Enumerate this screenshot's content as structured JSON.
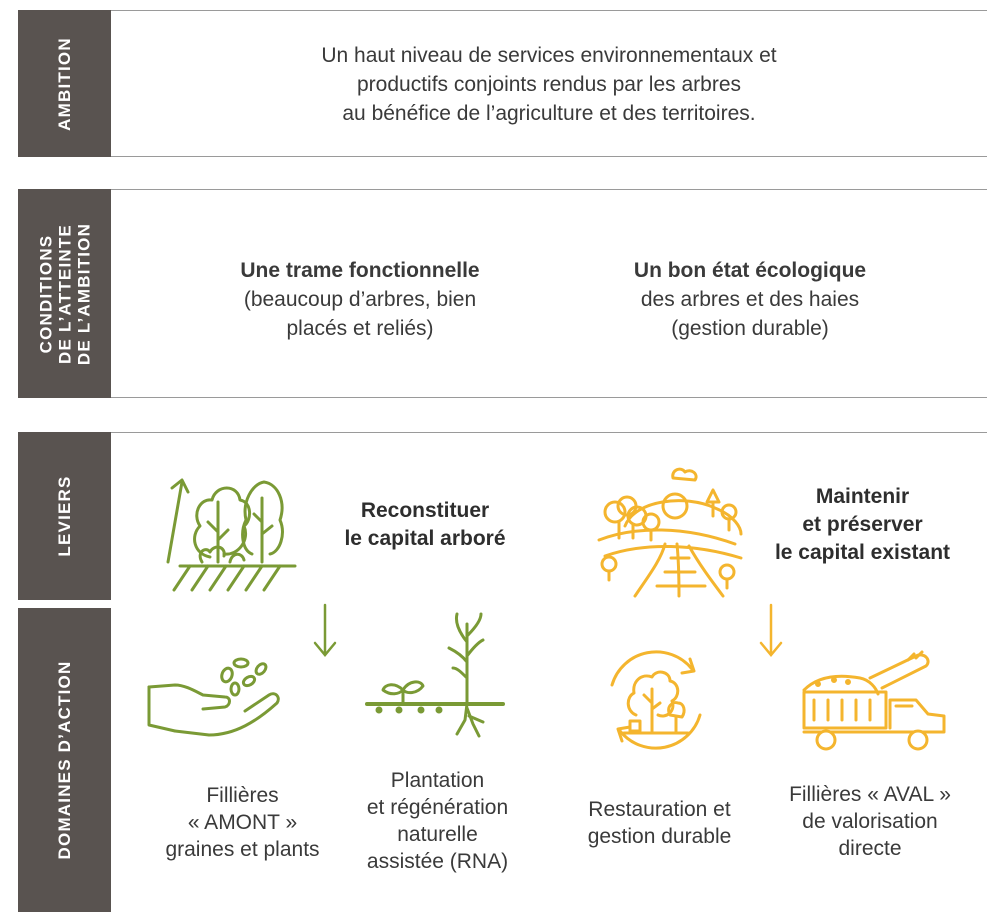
{
  "ambition": {
    "side_label": "AMBITION",
    "text_lines": [
      "Un haut niveau de services environnementaux et",
      "productifs conjoints rendus par les arbres",
      "au bénéfice de l’agriculture et des territoires."
    ]
  },
  "conditions": {
    "side_lines": [
      "CONDITIONS",
      "DE L’ATTEINTE",
      "DE L’AMBITION"
    ],
    "left": {
      "title": "Une trame fonctionnelle",
      "lines": [
        "(beaucoup d’arbres, bien",
        "placés et reliés)"
      ]
    },
    "right": {
      "title": "Un bon état écologique",
      "lines": [
        "des arbres et des haies",
        "(gestion durable)"
      ]
    }
  },
  "leviers": {
    "side_label": "LEVIERS",
    "left_lines": [
      "Reconstituer",
      "le capital arboré"
    ],
    "right_lines": [
      "Maintenir",
      "et préserver",
      "le capital existant"
    ]
  },
  "domaines": {
    "side_label": "DOMAINES D’ACTION",
    "items": [
      {
        "lines": [
          "Fillières",
          "« AMONT »",
          "graines et plants"
        ]
      },
      {
        "lines": [
          "Plantation",
          "et régénération",
          "naturelle",
          "assistée (RNA)"
        ]
      },
      {
        "lines": [
          "Restauration et",
          "gestion durable"
        ]
      },
      {
        "lines": [
          "Fillières « AVAL »",
          "de valorisation",
          "directe"
        ]
      }
    ]
  },
  "icons": {
    "trees_growth": "trees-growth-icon",
    "landscape": "landscape-icon",
    "hand_seeds": "hand-seeds-icon",
    "seedling_plant": "seedling-icon",
    "cycle_trees": "cycle-trees-icon",
    "truck_chipper": "truck-chipper-icon",
    "arrow": "arrow-down-icon"
  },
  "colors": {
    "sidebar": "#595350",
    "green": "#7a9a35",
    "yellow": "#f4b52e",
    "text": "#3a3a3a",
    "rule": "#9a9a9a"
  }
}
